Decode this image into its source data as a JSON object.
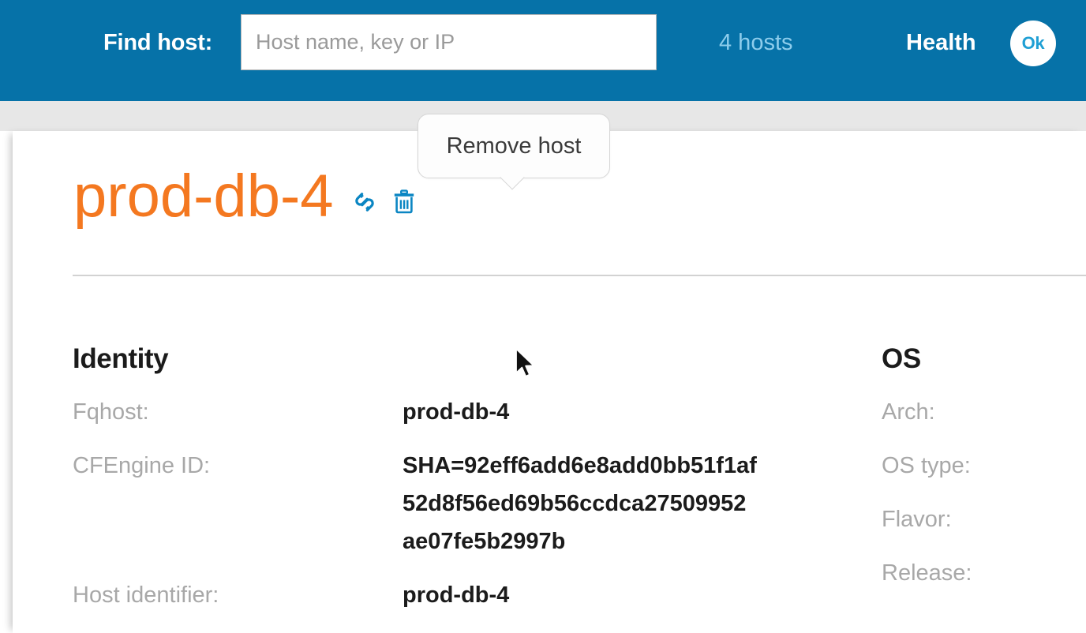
{
  "topbar": {
    "find_host_label": "Find host:",
    "search_placeholder": "Host name, key or IP",
    "search_value": "",
    "hosts_count": "4 hosts",
    "health_label": "Health",
    "health_status": "Ok",
    "bg_color": "#0672a8",
    "accent_color": "#1f9fd4",
    "hosts_count_color": "#8ecdec"
  },
  "page": {
    "host_title": "prod-db-4",
    "title_color": "#f47820",
    "link_icon": "chain-link-icon",
    "remove_icon": "trash-icon",
    "icon_color": "#0b86c3"
  },
  "tooltip": {
    "text": "Remove host",
    "visible": true
  },
  "identity": {
    "heading": "Identity",
    "fields": [
      {
        "label": "Fqhost:",
        "value": "prod-db-4"
      },
      {
        "label": "CFEngine ID:",
        "value": "SHA=92eff6add6e8add0bb51f1af52d8f56ed69b56ccdca27509952ae07fe5b2997b",
        "lines": [
          "SHA=92eff6add6e8add0bb51f1af",
          "52d8f56ed69b56ccdca27509952",
          "ae07fe5b2997b"
        ]
      },
      {
        "label": "Host identifier:",
        "value": "prod-db-4"
      }
    ]
  },
  "os": {
    "heading": "OS",
    "fields": [
      {
        "label": "Arch:",
        "value": ""
      },
      {
        "label": "OS type:",
        "value": ""
      },
      {
        "label": "Flavor:",
        "value": ""
      },
      {
        "label": "Release:",
        "value": ""
      }
    ]
  }
}
